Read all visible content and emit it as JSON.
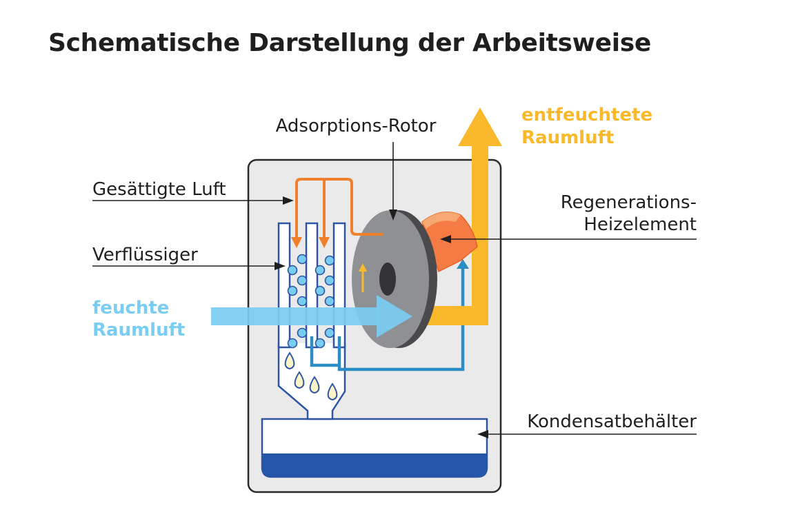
{
  "title": "Schematische Darstellung der Arbeitsweise",
  "labels": {
    "rotor": "Adsorptions-Rotor",
    "saturated_air": "Gesättigte Luft",
    "condenser": "Verflüssiger",
    "regeneration_line1": "Regenerations-",
    "regeneration_line2": "Heizelement",
    "tank": "Kondensatbehälter",
    "humid_air_line1": "feuchte",
    "humid_air_line2": "Raumluft",
    "dry_air_line1": "entfeuchtete",
    "dry_air_line2": "Raumluft"
  },
  "colors": {
    "humid_air": "#79cdf2",
    "dry_air": "#f9b92a",
    "saturated_air": "#ef7f2a",
    "regeneration_air": "#2b8dc4",
    "heater": "#f47c44",
    "water": "#2356a8",
    "housing": "#eaeaea",
    "rotor": "#8e9094",
    "condenser_outline": "#2c56a4"
  }
}
